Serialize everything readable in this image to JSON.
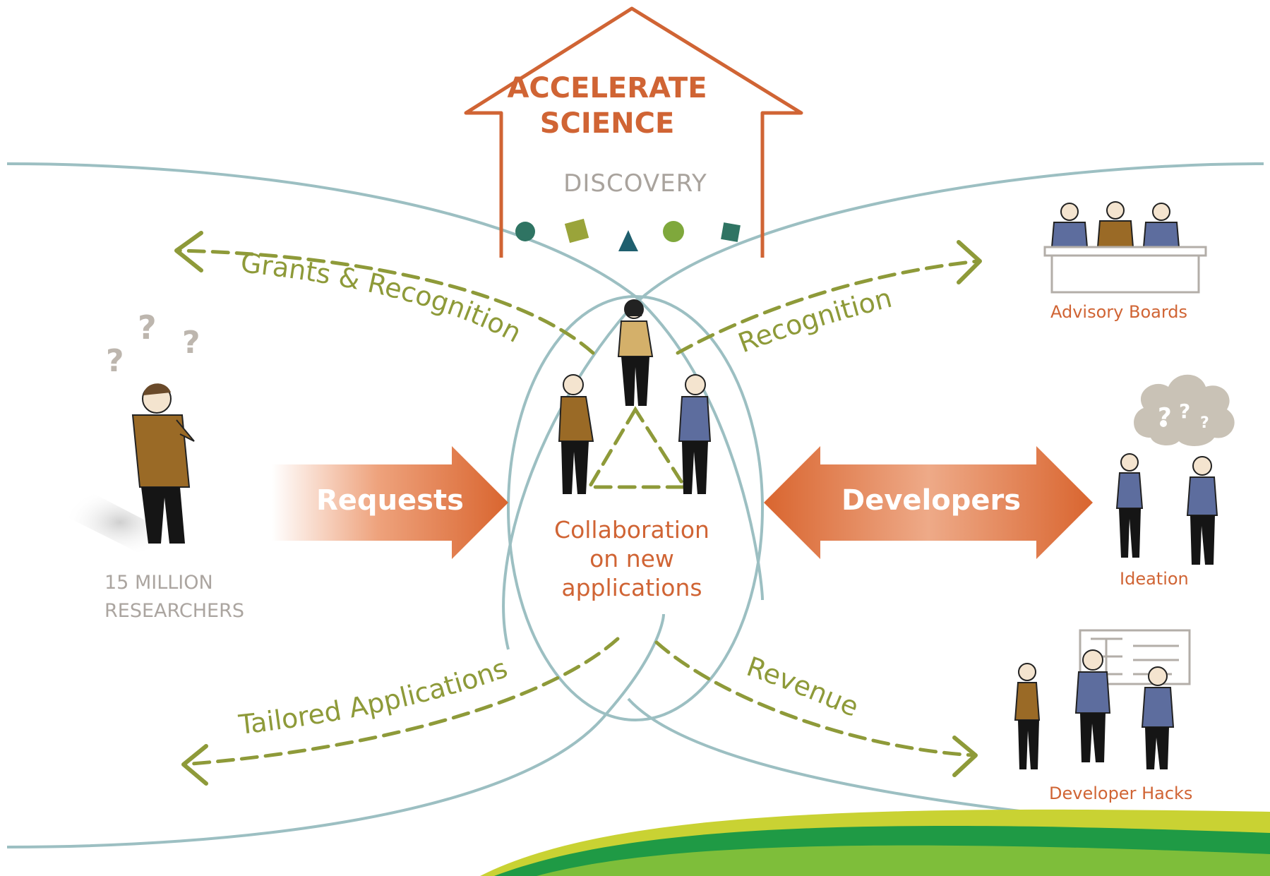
{
  "goal": {
    "line1": "ACCELERATE",
    "line2": "SCIENCE"
  },
  "discovery_label": "DISCOVERY",
  "center": {
    "line1": "Collaboration",
    "line2": "on new",
    "line3": "applications"
  },
  "researchers": {
    "line1": "15 MILLION",
    "line2": "RESEARCHERS"
  },
  "big_arrows": {
    "left": "Requests",
    "right": "Developers"
  },
  "flow_labels": {
    "grants": "Grants & Recognition",
    "recognition": "Recognition",
    "tailored": "Tailored Applications",
    "revenue": "Revenue"
  },
  "developer_activities": {
    "advisory": "Advisory Boards",
    "ideation": "Ideation",
    "hacks": "Developer Hacks"
  },
  "colors": {
    "orange": "#d06434",
    "olive": "#8e9a39",
    "teal_line": "#9cbfc2",
    "gray_text": "#aba5a0",
    "shirt_brown": "#9a6a26",
    "shirt_blue": "#5d6d9e",
    "shirt_yellow": "#d4b06a"
  }
}
